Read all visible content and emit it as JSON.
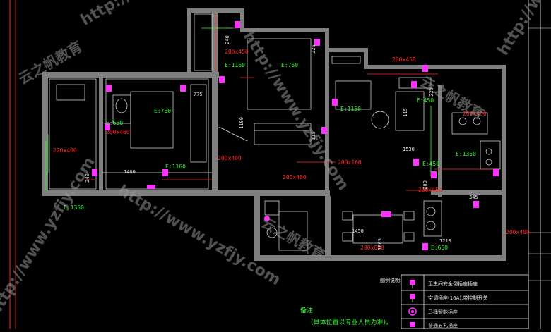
{
  "labels": {
    "l1": {
      "text": "200x450"
    },
    "l2": {
      "text": "E:1160"
    },
    "l3": {
      "text": "E:750"
    },
    "l4": {
      "text": "200x450"
    },
    "l5": {
      "text": "E:650"
    },
    "l6": {
      "text": "E:750"
    },
    "l7": {
      "text": "200x460"
    },
    "l8": {
      "text": "220x400"
    },
    "l9": {
      "text": "E:1150"
    },
    "l10": {
      "text": "E:450"
    },
    "l11": {
      "text": "200x450"
    },
    "l12": {
      "text": "E:1350"
    },
    "l13": {
      "text": "E:1160"
    },
    "l14": {
      "text": "200x400"
    },
    "l15": {
      "text": "200x400"
    },
    "l16": {
      "text": "200x160"
    },
    "l17": {
      "text": "E:450"
    },
    "l18": {
      "text": "200x450"
    },
    "l19": {
      "text": "E:1350"
    },
    "l20": {
      "text": "200x600"
    },
    "l21": {
      "text": "E:650"
    },
    "l22": {
      "text": "200x400"
    }
  },
  "dims": {
    "d1": "1400",
    "d2": "1530",
    "d3": "1450",
    "d4": "1210",
    "d5": "775",
    "d6": "1100",
    "d7": "115",
    "d8": "240",
    "d9": "225",
    "d10": "115",
    "d11": "225",
    "d12": "200",
    "d13": "240",
    "d14": "345",
    "d15": "1065"
  },
  "legend": {
    "title": "图例说明:",
    "rows": [
      {
        "icon": "flag-socket-icon",
        "text": "卫生间安全倒插座插座"
      },
      {
        "icon": "flag-socket-icon",
        "text": "空调插座(16A),带控制开关"
      },
      {
        "icon": "circle-socket-icon",
        "text": "马桶智能插座"
      },
      {
        "icon": "flag-socket-icon",
        "text": "普通五孔插座"
      }
    ]
  },
  "notes": {
    "line1": "备注:",
    "line2": "(具体位置以专业人员为准)。"
  },
  "watermarks": {
    "url": "http://www.yzfjy.com",
    "brand": "云之帆教育"
  },
  "colors": {
    "wall": "#9a9a9a",
    "line": "#e8e8e8",
    "label_green": "#33ff33",
    "label_red": "#ff2a2a",
    "socket": "#ff33ff"
  }
}
